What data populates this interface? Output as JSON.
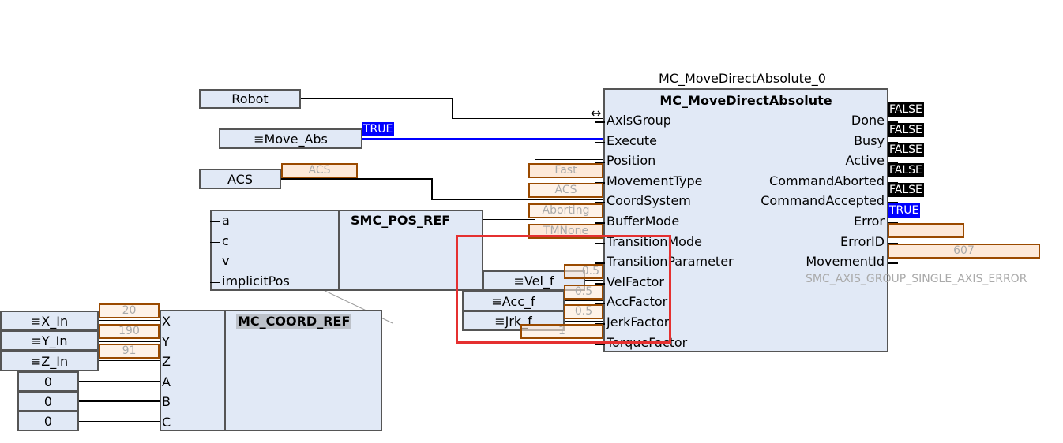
{
  "main_block": {
    "instance": "MC_MoveDirectAbsolute_0",
    "type": "MC_MoveDirectAbsolute",
    "inputs": [
      "AxisGroup",
      "Execute",
      "Position",
      "MovementType",
      "CoordSystem",
      "BufferMode",
      "TransitionMode",
      "TransitionParameter",
      "VelFactor",
      "AccFactor",
      "JerkFactor",
      "TorqueFactor"
    ],
    "outputs": [
      "Done",
      "Busy",
      "Active",
      "CommandAborted",
      "CommandAccepted",
      "Error",
      "ErrorID",
      "MovementId"
    ],
    "output_values": [
      "FALSE",
      "FALSE",
      "FALSE",
      "FALSE",
      "FALSE",
      "TRUE"
    ],
    "errorid_value": "SMC_AXIS_GROUP_SINGLE_AXIS_ERROR",
    "movementid_value": "607",
    "input_values": {
      "movement_type": "Fast",
      "coord_system": "ACS",
      "buffer_mode": "Aborting",
      "transition_mode": "TMNone",
      "vel": "0.5",
      "acc": "0.5",
      "jrk": "0.5",
      "torque": "1"
    }
  },
  "vars": {
    "robot": "Robot",
    "move_abs": "Move_Abs",
    "move_abs_value": "TRUE",
    "acs": "ACS",
    "acs_value": "ACS",
    "vel_f": "Vel_f",
    "acc_f": "Acc_f",
    "jrk_f": "Jrk_f",
    "x_in": "X_In",
    "y_in": "Y_In",
    "z_in": "Z_In",
    "x_val": "20",
    "y_val": "190",
    "z_val": "91",
    "zero": "0"
  },
  "pos_ref": {
    "type": "SMC_POS_REF",
    "inputs": [
      "a",
      "c",
      "v",
      "implicitPos"
    ]
  },
  "coord_ref": {
    "type": "MC_COORD_REF",
    "inputs": [
      "X",
      "Y",
      "Z",
      "A",
      "B",
      "C"
    ]
  },
  "icons": {
    "var_icon": "≡",
    "axis_link": "↔"
  },
  "colors": {
    "highlight": "#e53030",
    "true_bg": "#0000ff",
    "false_bg": "#000000"
  }
}
